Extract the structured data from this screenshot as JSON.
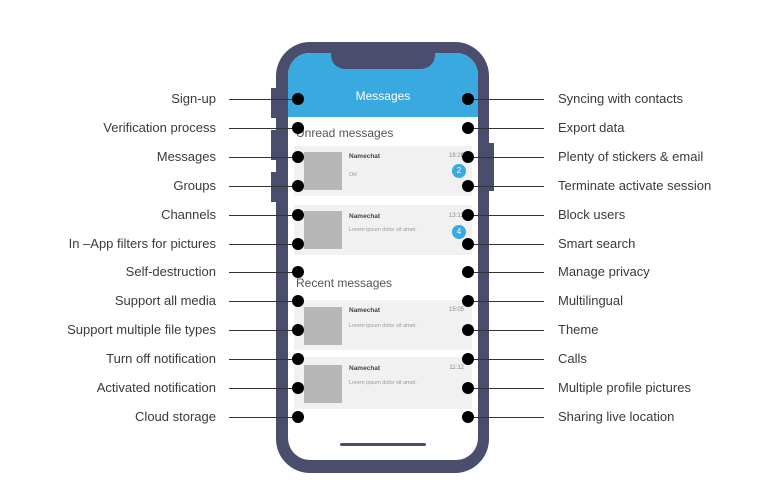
{
  "left_features": [
    "Sign-up",
    "Verification process",
    "Messages",
    "Groups",
    "Channels",
    "In –App filters for pictures",
    "Self-destruction",
    "Support all media",
    "Support multiple file types",
    "Turn off notification",
    "Activated notification",
    "Cloud storage"
  ],
  "right_features": [
    "Syncing with contacts",
    "Export data",
    "Plenty of stickers & email",
    "Terminate activate session",
    "Block users",
    "Smart search",
    "Manage privacy",
    "Multilingual",
    "Theme",
    "Calls",
    "Multiple profile pictures",
    "Sharing live location"
  ],
  "phone": {
    "header_title": "Messages",
    "unread_heading": "Unread messages",
    "recent_heading": "Recent messages",
    "unread": [
      {
        "name": "Namechat",
        "time": "18:28",
        "message": "Ok!",
        "badge": "2"
      },
      {
        "name": "Namechat",
        "time": "13:12",
        "message": "Lorem ipsum dolor sit amet.",
        "badge": "4"
      }
    ],
    "recent": [
      {
        "name": "Namechat",
        "time": "15:05",
        "message": "Lorem ipsum dolor sit amet."
      },
      {
        "name": "Namechat",
        "time": "11:12",
        "message": "Lorem ipsum dolor sit amet."
      }
    ]
  }
}
